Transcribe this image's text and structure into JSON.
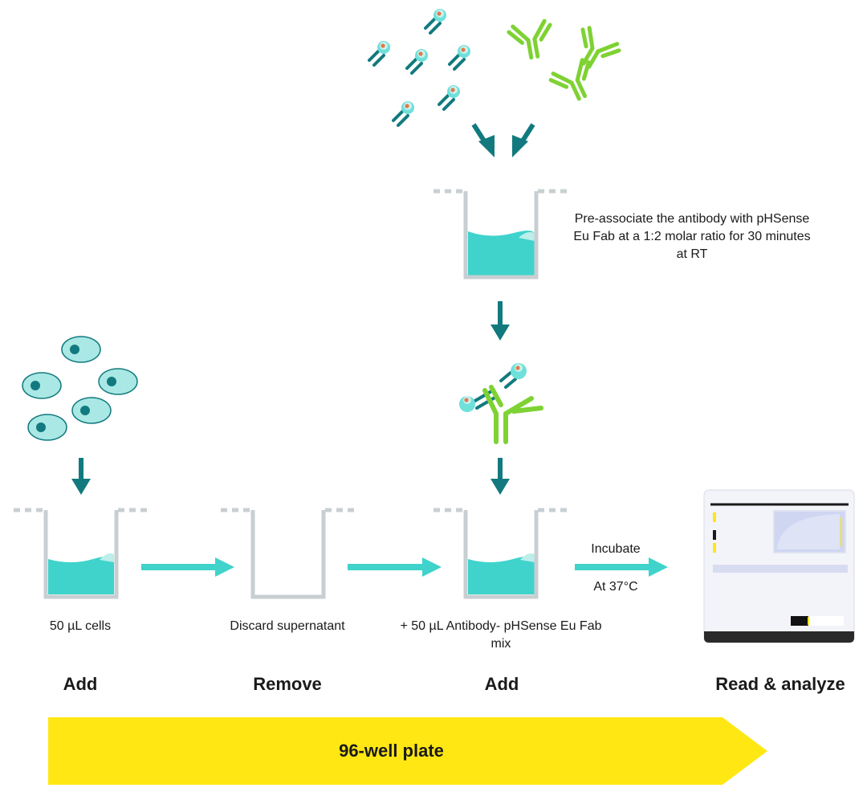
{
  "notes": {
    "preassociate": "Pre-associate the antibody with pHSense Eu Fab at a 1:2 molar ratio for 30 minutes at RT"
  },
  "labels": {
    "cells": "50 µL cells",
    "discard": "Discard supernatant",
    "antibody_mix": "+ 50 µL Antibody- pHSense Eu Fab mix",
    "incubate": "Incubate",
    "temperature": "At 37°C"
  },
  "steps": {
    "add_1": "Add",
    "remove": "Remove",
    "add_2": "Add",
    "read": "Read & analyze"
  },
  "banner": {
    "label": "96-well plate"
  },
  "colors": {
    "teal_dark": "#127a7e",
    "teal_liquid": "#3fd3cc",
    "cell_fill": "#a9e8e4",
    "antibody_green": "#7ed233",
    "well_gray": "#c8cfd2",
    "banner_yellow": "#ffe714"
  }
}
